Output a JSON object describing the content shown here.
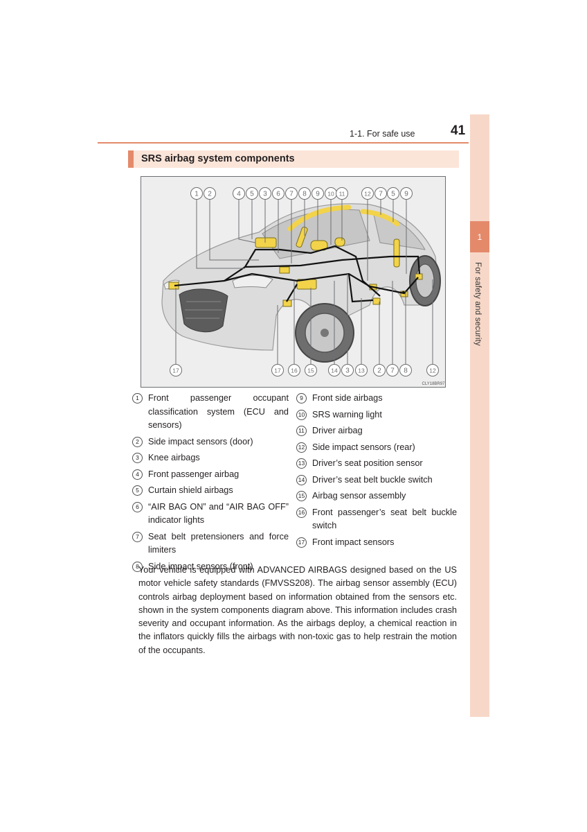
{
  "header": {
    "section": "1-1. For safe use",
    "page_number": "41"
  },
  "side_tab": {
    "chapter_number": "1",
    "chapter_title": "For safety and security"
  },
  "title": "SRS airbag system components",
  "diagram": {
    "code": "CLY18BR97",
    "top_callouts": [
      "1",
      "2",
      "4",
      "5",
      "3",
      "6",
      "7",
      "8",
      "9",
      "10",
      "11",
      "12",
      "7",
      "5",
      "9"
    ],
    "bottom_callouts": [
      "17",
      "17",
      "16",
      "15",
      "14",
      "3",
      "13",
      "2",
      "7",
      "8",
      "12"
    ]
  },
  "legend": [
    {
      "num": "1",
      "text": "Front passenger occupant classification system (ECU and sensors)"
    },
    {
      "num": "2",
      "text": "Side impact sensors (door)"
    },
    {
      "num": "3",
      "text": "Knee airbags"
    },
    {
      "num": "4",
      "text": "Front passenger airbag"
    },
    {
      "num": "5",
      "text": "Curtain shield airbags"
    },
    {
      "num": "6",
      "text": "“AIR BAG ON” and “AIR BAG OFF” indicator lights"
    },
    {
      "num": "7",
      "text": "Seat belt pretensioners and force limiters"
    },
    {
      "num": "8",
      "text": "Side impact sensors (front)"
    },
    {
      "num": "9",
      "text": "Front side airbags"
    },
    {
      "num": "10",
      "text": "SRS warning light"
    },
    {
      "num": "11",
      "text": "Driver airbag"
    },
    {
      "num": "12",
      "text": "Side impact sensors (rear)"
    },
    {
      "num": "13",
      "text": "Driver’s seat position sensor"
    },
    {
      "num": "14",
      "text": "Driver’s seat belt buckle switch"
    },
    {
      "num": "15",
      "text": "Airbag sensor assembly"
    },
    {
      "num": "16",
      "text": "Front passenger’s seat belt buckle switch"
    },
    {
      "num": "17",
      "text": "Front impact sensors"
    }
  ],
  "body_text": "Your vehicle is equipped with ADVANCED AIRBAGS designed based on the US motor vehicle safety standards (FMVSS208). The airbag sensor assembly (ECU) controls airbag deployment based on information obtained from the sensors etc. shown in the system components diagram above. This information includes crash severity and occupant information. As the airbags deploy, a chemical reaction in the inflators quickly fills the airbags with non-toxic gas to help restrain the motion of the occupants.",
  "colors": {
    "accent": "#e48a6b",
    "tab_background": "#f7d8c8",
    "title_background": "#fbe5d9",
    "airbag_highlight": "#f2d34a"
  }
}
